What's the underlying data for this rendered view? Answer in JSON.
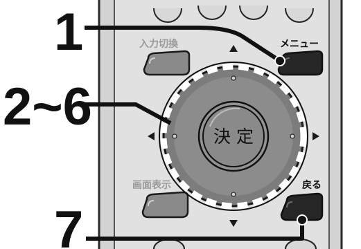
{
  "step_labels": {
    "step1": "1",
    "step2": "2~6",
    "step3": "7"
  },
  "remote_labels": {
    "input_switch": "入力切換",
    "menu": "メニュー",
    "screen_display": "画面表示",
    "back": "戻る",
    "enter": "決 定"
  },
  "colors": {
    "remote_body": "#d3d3d3",
    "remote_panel": "#e1e1e1",
    "button_fill": "#8a8a8a",
    "dpad_fill": "#7c7c7c",
    "outline": "#1a1a1a",
    "label_gray": "#9a9a9a"
  }
}
